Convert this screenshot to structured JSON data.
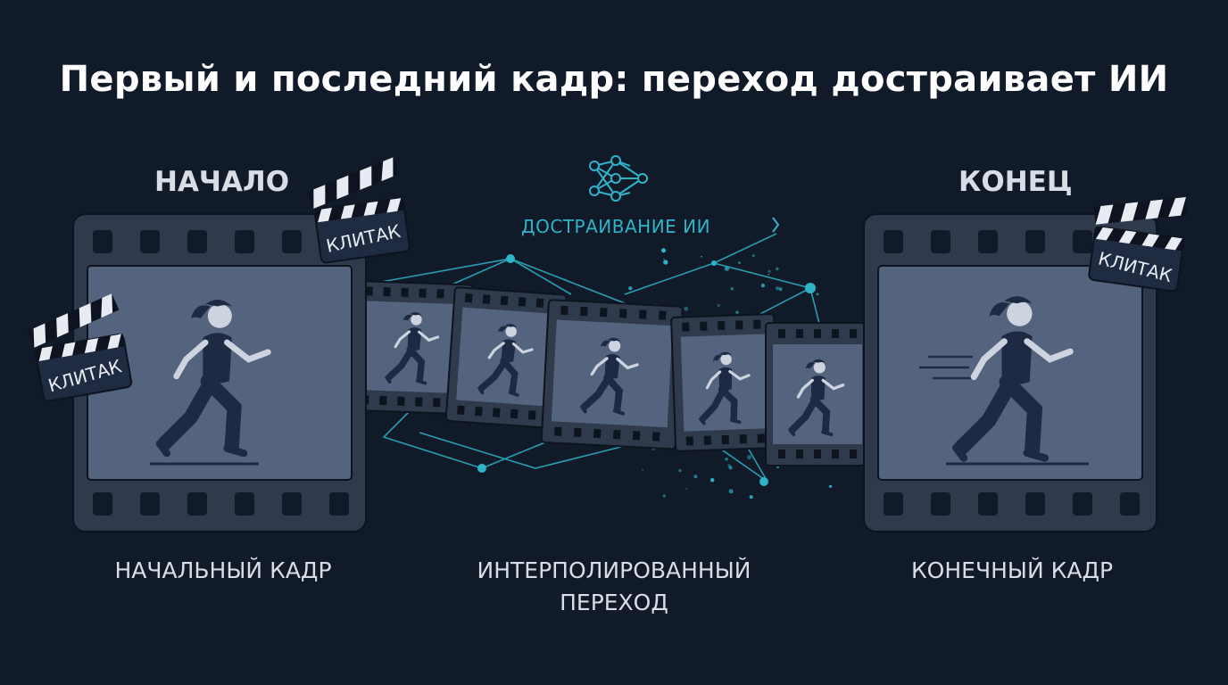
{
  "title": "Первый и последний кадр: переход достраивает ИИ",
  "start": {
    "heading": "НАЧАЛО",
    "caption": "НАЧАЛЬНЫЙ КАДР"
  },
  "end": {
    "heading": "КОНЕЦ",
    "caption": "КОНЕЧНЫЙ КАДР"
  },
  "middle": {
    "ai_label": "ДОСТРАИВАНИЕ ИИ",
    "caption_line1": "ИНТЕРПОЛИРОВАННЫЙ",
    "caption_line2": "ПЕРЕХОД"
  },
  "clapper_text": "КЛИТАК",
  "colors": {
    "background": "#111a28",
    "film": "#2f3a4c",
    "frame": "#55647e",
    "accent": "#2fb3c7",
    "figure": "#1e2a44"
  },
  "icons": [
    "neural-network-icon",
    "clapperboard-icon",
    "film-strip-icon",
    "runner-figure-icon"
  ]
}
